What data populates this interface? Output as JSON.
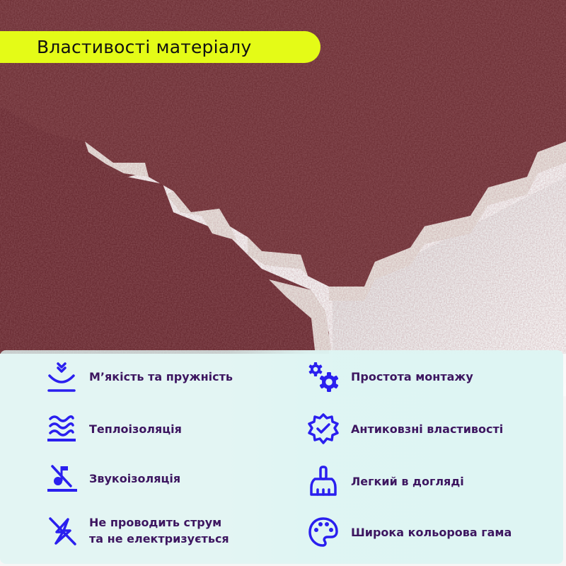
{
  "title": "Властивості матеріалу",
  "colors": {
    "banner": "#e4fb17",
    "banner_text": "#111111",
    "panel": "#def5f3",
    "icon": "#2a1fef",
    "label": "#3d1660",
    "carpet": "#6b2f35",
    "foam": "#e6e1dc"
  },
  "features": {
    "left": [
      {
        "icon": "softness-icon",
        "label": "М’якість та пружність"
      },
      {
        "icon": "heat-insulation-icon",
        "label": "Теплоізоляція"
      },
      {
        "icon": "sound-insulation-icon",
        "label": "Звукоізоляція"
      },
      {
        "icon": "no-electricity-icon",
        "label_line1": "Не проводить струм",
        "label_line2": "та не електризується"
      }
    ],
    "right": [
      {
        "icon": "gears-icon",
        "label": "Простота монтажу"
      },
      {
        "icon": "anti-slip-badge-icon",
        "label": "Антиковзні властивості"
      },
      {
        "icon": "brush-icon",
        "label": "Легкий в догляді"
      },
      {
        "icon": "palette-icon",
        "label": "Широка кольорова гама"
      }
    ]
  }
}
